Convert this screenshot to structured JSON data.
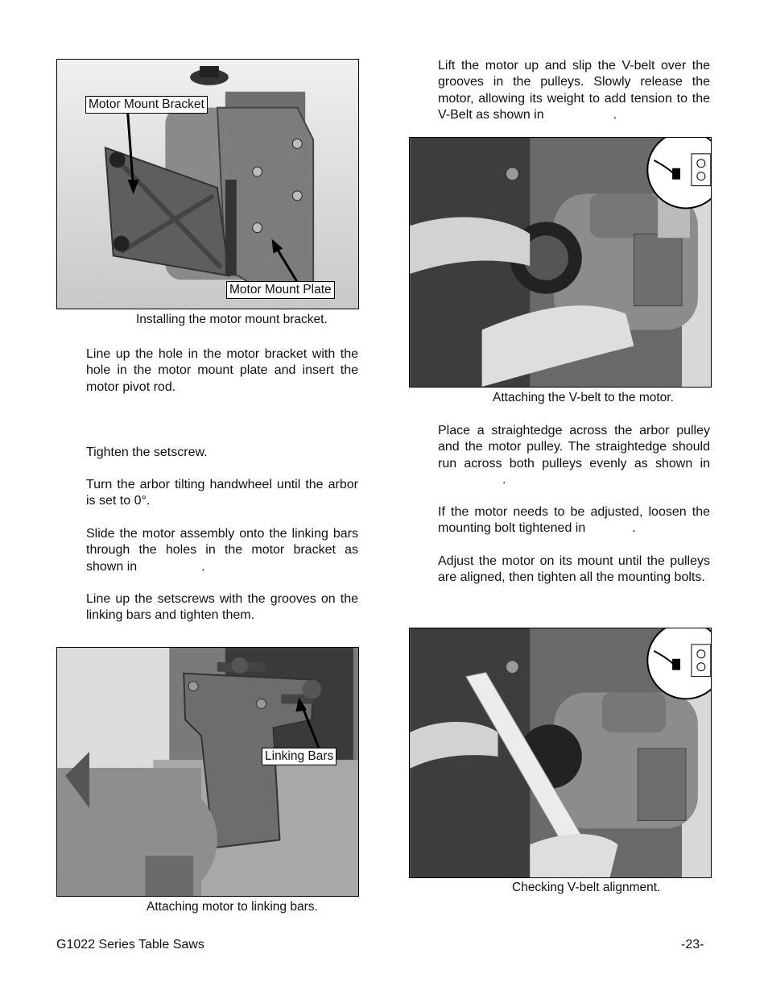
{
  "figures": {
    "motor_bracket": {
      "caption": "Installing the motor mount bracket.",
      "label_bracket": "Motor Mount Bracket",
      "label_plate": "Motor Mount Plate"
    },
    "linking_bars": {
      "caption": "Attaching motor to linking bars.",
      "label_bars": "Linking Bars"
    },
    "vbelt": {
      "caption": "Attaching the V-belt to the motor."
    },
    "alignment": {
      "caption": "Checking V-belt alignment."
    }
  },
  "left_column": {
    "p1": "Line up the hole in the motor bracket with the hole in the motor mount plate and insert the motor pivot rod.",
    "p2": "Tighten the setscrew.",
    "p3": "Turn the arbor tilting handwheel until the arbor is set to 0°.",
    "p4": "Slide the motor assembly onto the linking bars through the holes in the motor bracket as shown in",
    "p4_end": ".",
    "p5": "Line up the setscrews with the grooves on the linking bars and tighten them."
  },
  "right_column": {
    "p1": "Lift the motor up and slip the V-belt over the grooves in the pulleys. Slowly release the motor, allowing its weight to add tension to the V-Belt as shown in",
    "p1_end": ".",
    "p2": "Place a straightedge across the arbor pulley and the motor pulley. The straightedge should run across both pulleys evenly as shown in",
    "p2_end": ".",
    "p3": "If the motor needs to be adjusted, loosen the mounting bolt tightened in",
    "p3_end": ".",
    "p4": "Adjust the motor on its mount until the pulleys are aligned, then tighten all the mounting bolts."
  },
  "footer": {
    "left": "G1022 Series Table Saws",
    "right": "-23-"
  }
}
